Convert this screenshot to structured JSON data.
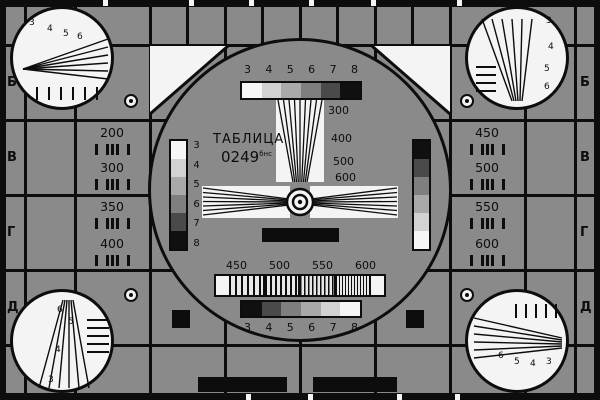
{
  "colors": {
    "background": "#8a8a8a",
    "ink": "#0d0d0d",
    "paper": "#f4f4f4",
    "gray_top": [
      "#f6f6f6",
      "#d2d2d2",
      "#a9a9a9",
      "#7f7f7f",
      "#4a4a4a",
      "#101010"
    ],
    "gray_bottom": [
      "#101010",
      "#4a4a4a",
      "#7f7f7f",
      "#a9a9a9",
      "#d2d2d2",
      "#f6f6f6"
    ],
    "gray_left": [
      "#f6f6f6",
      "#d2d2d2",
      "#a9a9a9",
      "#7f7f7f",
      "#4a4a4a",
      "#101010"
    ],
    "gray_right": [
      "#101010",
      "#4a4a4a",
      "#7f7f7f",
      "#a9a9a9",
      "#d2d2d2",
      "#f6f6f6"
    ]
  },
  "side_letters": {
    "left": [
      "Б",
      "В",
      "Г",
      "Д"
    ],
    "right": [
      "Б",
      "В",
      "Г",
      "Д"
    ]
  },
  "left_panel_rows": [
    "200",
    "300",
    "350",
    "400"
  ],
  "right_panel_rows": [
    "450",
    "500",
    "550",
    "600"
  ],
  "center_circle": {
    "title": "ТАБЛИЦА",
    "code": "0249",
    "code_superscript": "бнс",
    "top_scale": [
      "3",
      "4",
      "5",
      "6",
      "7",
      "8"
    ],
    "bottom_scale": [
      "3",
      "4",
      "5",
      "6",
      "7",
      "8"
    ],
    "left_scale": [
      "3",
      "4",
      "5",
      "6",
      "7",
      "8"
    ],
    "wedge_labels": [
      "300",
      "400",
      "500",
      "600"
    ],
    "burst_labels": [
      "450",
      "500",
      "550",
      "600"
    ]
  },
  "corner_circles": {
    "top_left": [
      "3",
      "4",
      "5",
      "6"
    ],
    "top_right": [
      "3",
      "4",
      "5",
      "6"
    ],
    "bottom_left": [
      "6",
      "5",
      "4",
      "3"
    ],
    "bottom_right": [
      "6",
      "5",
      "4",
      "3"
    ]
  }
}
